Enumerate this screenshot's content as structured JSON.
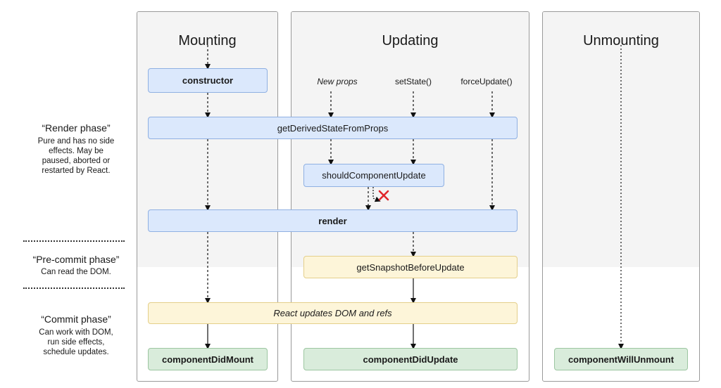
{
  "columns": {
    "mounting": {
      "title": "Mounting"
    },
    "updating": {
      "title": "Updating"
    },
    "unmounting": {
      "title": "Unmounting"
    }
  },
  "phases": {
    "render": {
      "title": "“Render phase”",
      "description": [
        "Pure and has no side",
        "effects. May be",
        "paused, aborted or",
        "restarted by React."
      ]
    },
    "pre_commit": {
      "title": "“Pre-commit phase”",
      "description": [
        "Can read the DOM."
      ]
    },
    "commit": {
      "title": "“Commit phase”",
      "description": [
        "Can work with DOM,",
        "run side effects,",
        "schedule updates."
      ]
    }
  },
  "triggers": {
    "new_props": "New props",
    "set_state": "setState()",
    "force_update": "forceUpdate()"
  },
  "methods": {
    "constructor": "constructor",
    "get_derived_state": "getDerivedStateFromProps",
    "should_component_update": "shouldComponentUpdate",
    "render": "render",
    "get_snapshot": "getSnapshotBeforeUpdate",
    "react_updates": "React updates DOM and refs",
    "component_did_mount": "componentDidMount",
    "component_did_update": "componentDidUpdate",
    "component_will_unmount": "componentWillUnmount"
  },
  "colors": {
    "render_phase_box": "#dbe8fc",
    "pre_commit_box": "#fdf5d9",
    "commit_box_green": "#d9ecdb",
    "cancel_mark": "#e0262c"
  }
}
